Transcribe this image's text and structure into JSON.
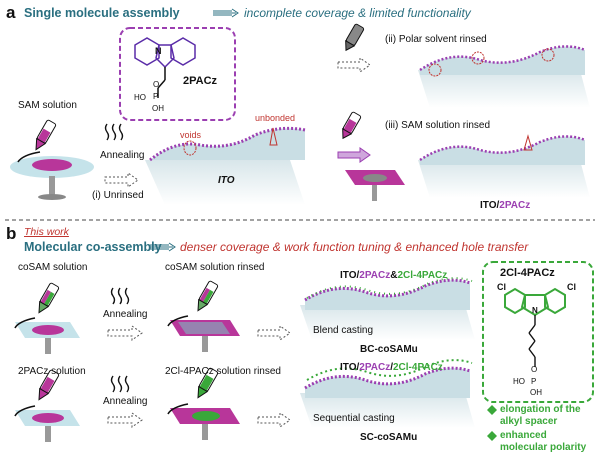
{
  "panel_a": {
    "letter": "a",
    "title": "Single molecule assembly",
    "subtitle": "incomplete coverage & limited functionality",
    "sam_solution": "SAM solution",
    "annealing": "Annealing",
    "unrinsed": "(i) Unrinsed",
    "molecule_name": "2PACz",
    "molecule_atoms": {
      "n": "N",
      "p": "P",
      "o": "O",
      "ho": "HO",
      "oh": "OH"
    },
    "voids": "voids",
    "unbonded": "unbonded",
    "ito": "ITO",
    "polar_rinsed": "(ii) Polar solvent rinsed",
    "sam_rinsed": "(iii) SAM solution rinsed",
    "ito_label": "ITO/",
    "ito_label_suffix": "2PACz"
  },
  "panel_b": {
    "letter": "b",
    "this_work": "This work",
    "title": "Molecular co-assembly",
    "subtitle": "denser coverage & work function tuning & enhanced hole transfer",
    "cosam_solution": "coSAM solution",
    "annealing_1": "Annealing",
    "cosam_rinsed": "coSAM solution rinsed",
    "top_label_ito": "ITO/",
    "top_label_2pacz": "2PACz",
    "top_label_amp": "&",
    "top_label_cl": "2Cl-4PACz",
    "blend_casting": "Blend casting",
    "bc_name": "BC-coSAMu",
    "pacz_solution": "2PACz solution",
    "annealing_2": "Annealing",
    "cl_rinsed": "2Cl-4PACz solution rinsed",
    "bot_label_ito": "ITO/",
    "bot_label_2pacz": "2PACz",
    "bot_label_sep": "/",
    "bot_label_cl": "2Cl-4PACz",
    "sequential_casting": "Sequential casting",
    "sc_name": "SC-coSAMu",
    "molecule_name": "2Cl-4PACz",
    "molecule_atoms": {
      "cl1": "Cl",
      "cl2": "Cl",
      "n": "N",
      "p": "P",
      "o": "O",
      "ho": "HO",
      "oh": "OH"
    },
    "bullets": [
      {
        "text1": "elongation of the",
        "text2": "alkyl spacer"
      },
      {
        "text1": "enhanced",
        "text2": "molecular polarity"
      }
    ]
  },
  "colors": {
    "teal": "#2a6f80",
    "red": "#c0342f",
    "purple": "#9b3fb1",
    "green": "#3aa83a",
    "dark": "#111111"
  }
}
